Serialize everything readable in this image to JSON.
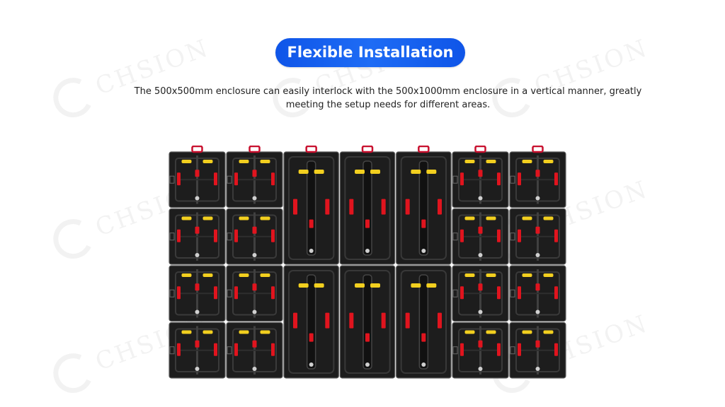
{
  "page": {
    "title": "Flexible Installation",
    "description": "The 500x500mm enclosure can easily interlock with the 500x1000mm enclosure in a vertical manner, greatly meeting the setup needs for different areas.",
    "watermark_text": "CHSION"
  },
  "figure": {
    "left_columns": 2,
    "middle_columns": 3,
    "right_columns": 2,
    "small_rows": 4,
    "tall_rows": 2
  },
  "colors": {
    "title_background": "#1560ee",
    "title_text": "#ffffff",
    "description_text": "#222222",
    "panel_body": "#1d1d1d",
    "panel_edge": "#5a5a5a",
    "handle": "#c8102e",
    "connector_red": "#e0141e",
    "connector_yellow": "#f2cf1f"
  }
}
